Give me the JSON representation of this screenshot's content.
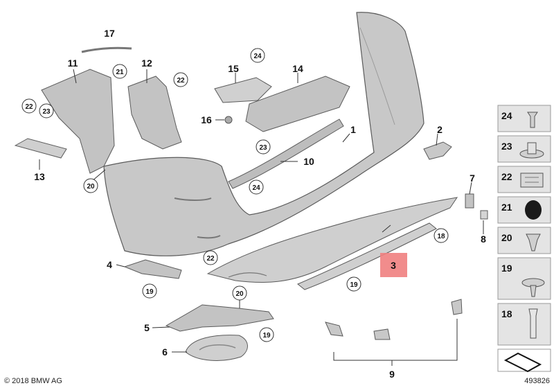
{
  "callouts": {
    "c1": "1",
    "c2": "2",
    "c3": "3",
    "c4": "4",
    "c5": "5",
    "c6": "6",
    "c7": "7",
    "c8": "8",
    "c9": "9",
    "c10": "10",
    "c11": "11",
    "c12": "12",
    "c13": "13",
    "c14": "14",
    "c15": "15",
    "c16": "16",
    "c17": "17",
    "c18": "18",
    "c19a": "19",
    "c19b": "19",
    "c19c": "19",
    "c20a": "20",
    "c20b": "20",
    "c21": "21",
    "c22a": "22",
    "c22b": "22",
    "c22c": "22",
    "c23a": "23",
    "c23b": "23",
    "c24a": "24",
    "c24b": "24"
  },
  "legend": [
    "24",
    "23",
    "22",
    "21",
    "20",
    "19",
    "18"
  ],
  "footer": {
    "copyright": "© 2018 BMW AG",
    "image_number": "493826"
  },
  "colors": {
    "part_fill": "#c8c8c8",
    "part_stroke": "#5a5a5a",
    "highlight": "#f08080",
    "legend_bg": "#e4e4e4"
  }
}
